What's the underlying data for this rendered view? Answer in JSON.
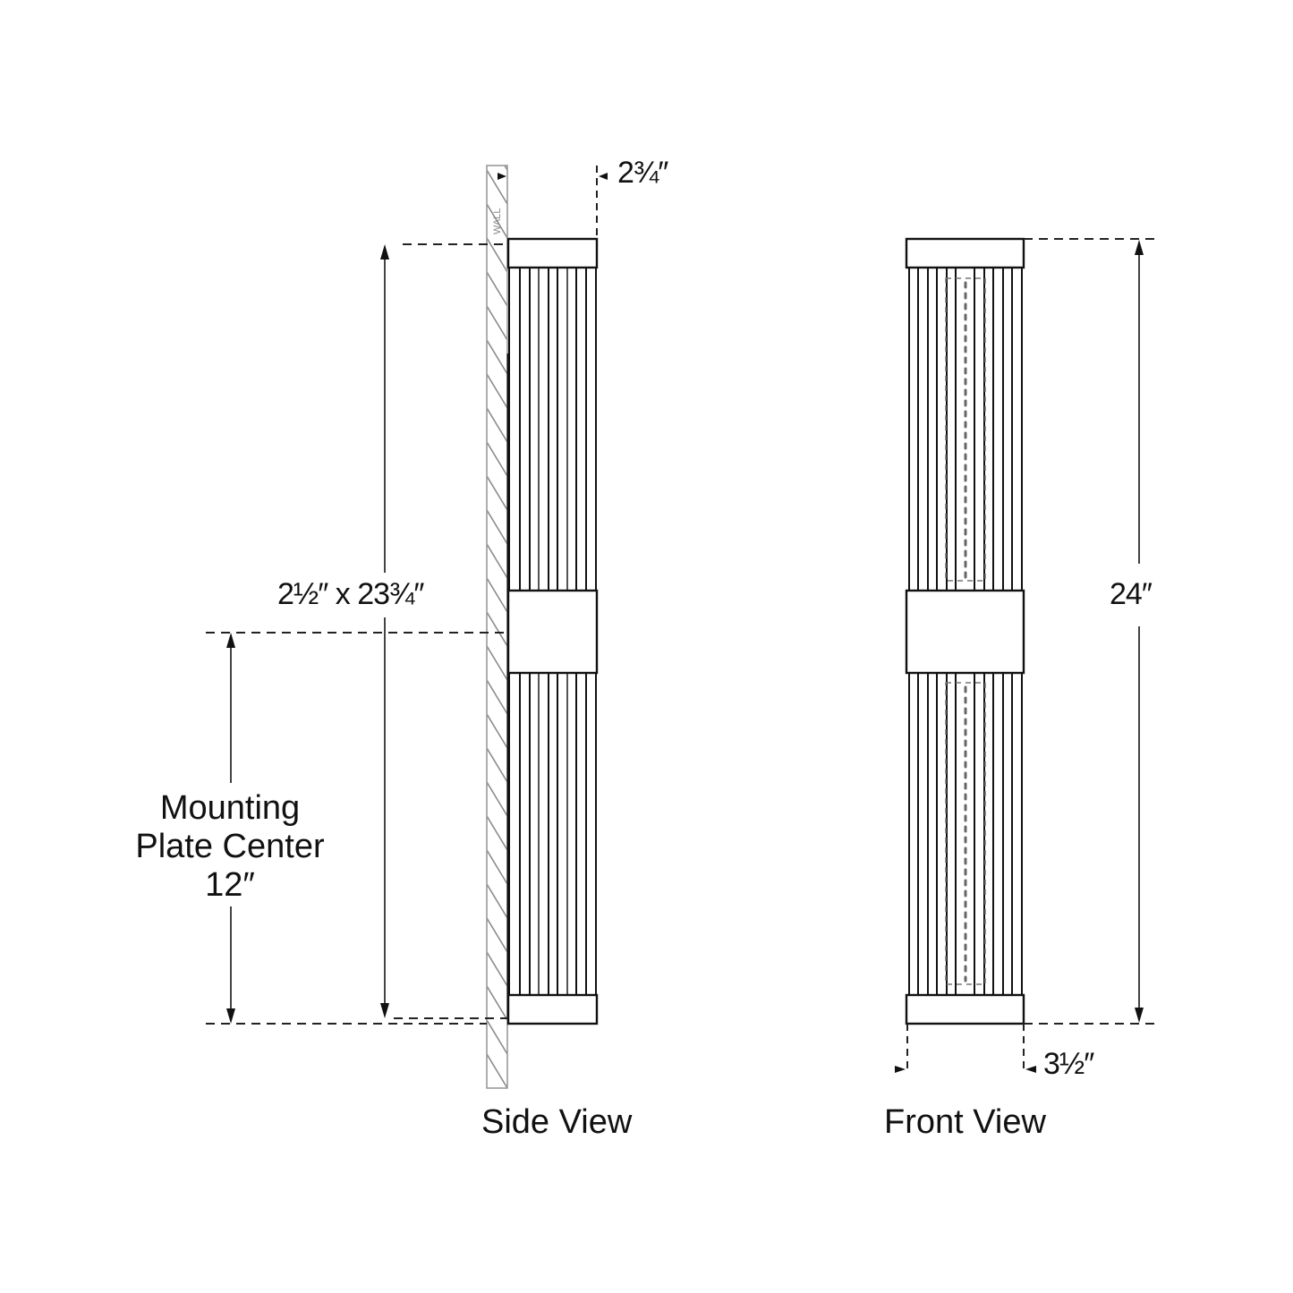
{
  "diagram": {
    "type": "dimension drawing (wall sconce)",
    "colors": {
      "line": "#111111",
      "wall": "#9a9a9a",
      "dash": "#222222",
      "inner": "#777777"
    },
    "side_view": {
      "label": "Side View",
      "wall_label": "WALL",
      "depth_dim": "2¾″",
      "backplate_dim": "2½″ x 23¾″",
      "mounting_label_line1": "Mounting",
      "mounting_label_line2": "Plate Center",
      "mounting_value": "12″"
    },
    "front_view": {
      "label": "Front View",
      "height_dim": "24″",
      "width_dim": "3½″"
    }
  }
}
